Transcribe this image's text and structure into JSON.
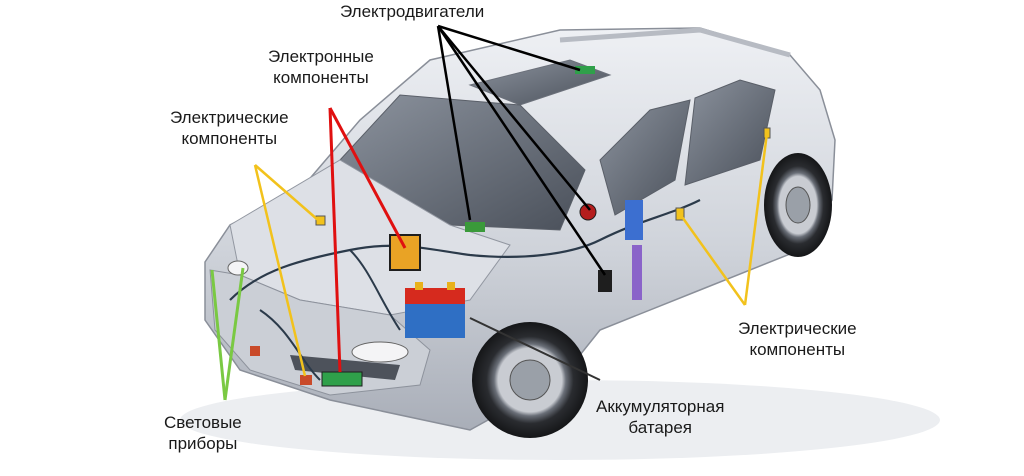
{
  "labels": {
    "motors": "Электродвигатели",
    "electronic_l1": "Электронные",
    "electronic_l2": "компоненты",
    "electric_left_l1": "Электрические",
    "electric_left_l2": "компоненты",
    "electric_right_l1": "Электрические",
    "electric_right_l2": "компоненты",
    "battery_l1": "Аккумуляторная",
    "battery_l2": "батарея",
    "lights_l1": "Световые",
    "lights_l2": "приборы"
  },
  "colors": {
    "motors_line": "#000000",
    "electronic_line": "#e01010",
    "electric_line": "#f2c21c",
    "lights_line": "#7ac943",
    "battery_line": "#333333",
    "car_body": "#d9dce3",
    "car_shadow": "#9ea3ae",
    "glass": "#5d6470",
    "battery_red": "#d62a1e",
    "battery_blue": "#2f6fc4",
    "module_green": "#3a9a3a",
    "wire_dark": "#2b3a4a"
  }
}
